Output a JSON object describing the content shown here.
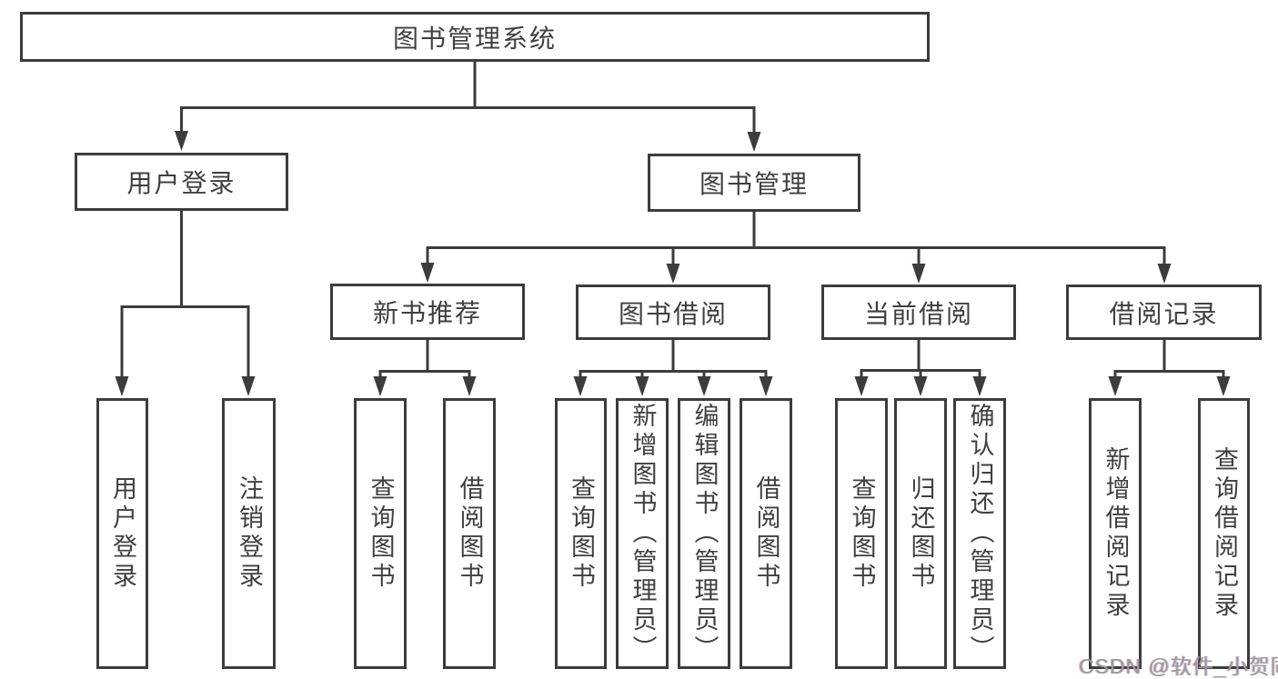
{
  "tree": {
    "label": "图书管理系统",
    "children": [
      {
        "label": "用户登录",
        "children": [
          {
            "label": "用户登录"
          },
          {
            "label": "注销登录"
          }
        ]
      },
      {
        "label": "图书管理",
        "children": [
          {
            "label": "新书推荐",
            "children": [
              {
                "label": "查询图书"
              },
              {
                "label": "借阅图书"
              }
            ]
          },
          {
            "label": "图书借阅",
            "children": [
              {
                "label": "查询图书"
              },
              {
                "label": "新增图书（管理员）"
              },
              {
                "label": "编辑图书（管理员）"
              },
              {
                "label": "借阅图书"
              }
            ]
          },
          {
            "label": "当前借阅",
            "children": [
              {
                "label": "查询图书"
              },
              {
                "label": "归还图书"
              },
              {
                "label": "确认归还（管理员）"
              }
            ]
          },
          {
            "label": "借阅记录",
            "children": [
              {
                "label": "新增借阅记录"
              },
              {
                "label": "查询借阅记录"
              }
            ]
          }
        ]
      }
    ]
  },
  "watermark": "CSDN @软件_小贺同学",
  "colors": {
    "line": "#3c3c3c",
    "box_border": "#3c3c3c",
    "text": "#3f3f3f",
    "background": "#ffffff",
    "watermark": "#9c9c9c"
  }
}
